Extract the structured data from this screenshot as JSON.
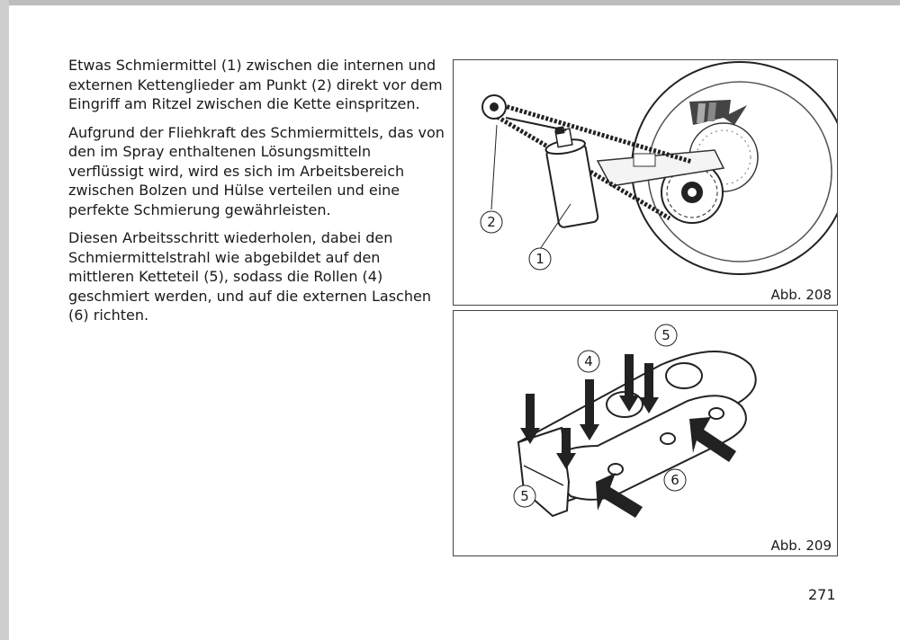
{
  "paragraphs": [
    "Etwas Schmiermittel (1) zwischen die internen und externen Kettenglieder am Punkt (2) direkt vor dem Eingriff am Ritzel zwischen die Kette einspritzen.",
    "Aufgrund der Fliehkraft des Schmiermittels, das von den im Spray enthaltenen Lösungsmitteln verflüssigt wird, wird es sich im Arbeitsbereich zwischen Bolzen und Hülse verteilen und eine perfekte Schmierung gewährleisten.",
    "Diesen Arbeitsschritt wiederholen, dabei den Schmiermittelstrahl wie abgebildet auf den mittleren Ketteteil (5), sodass die Rollen (4) geschmiert werden, und auf die externen Laschen (6) richten."
  ],
  "figure1": {
    "caption": "Abb. 208",
    "callouts": [
      "2",
      "1"
    ]
  },
  "figure2": {
    "caption": "Abb. 209",
    "callouts": [
      "5",
      "4",
      "6",
      "5"
    ]
  },
  "page_number": "271"
}
